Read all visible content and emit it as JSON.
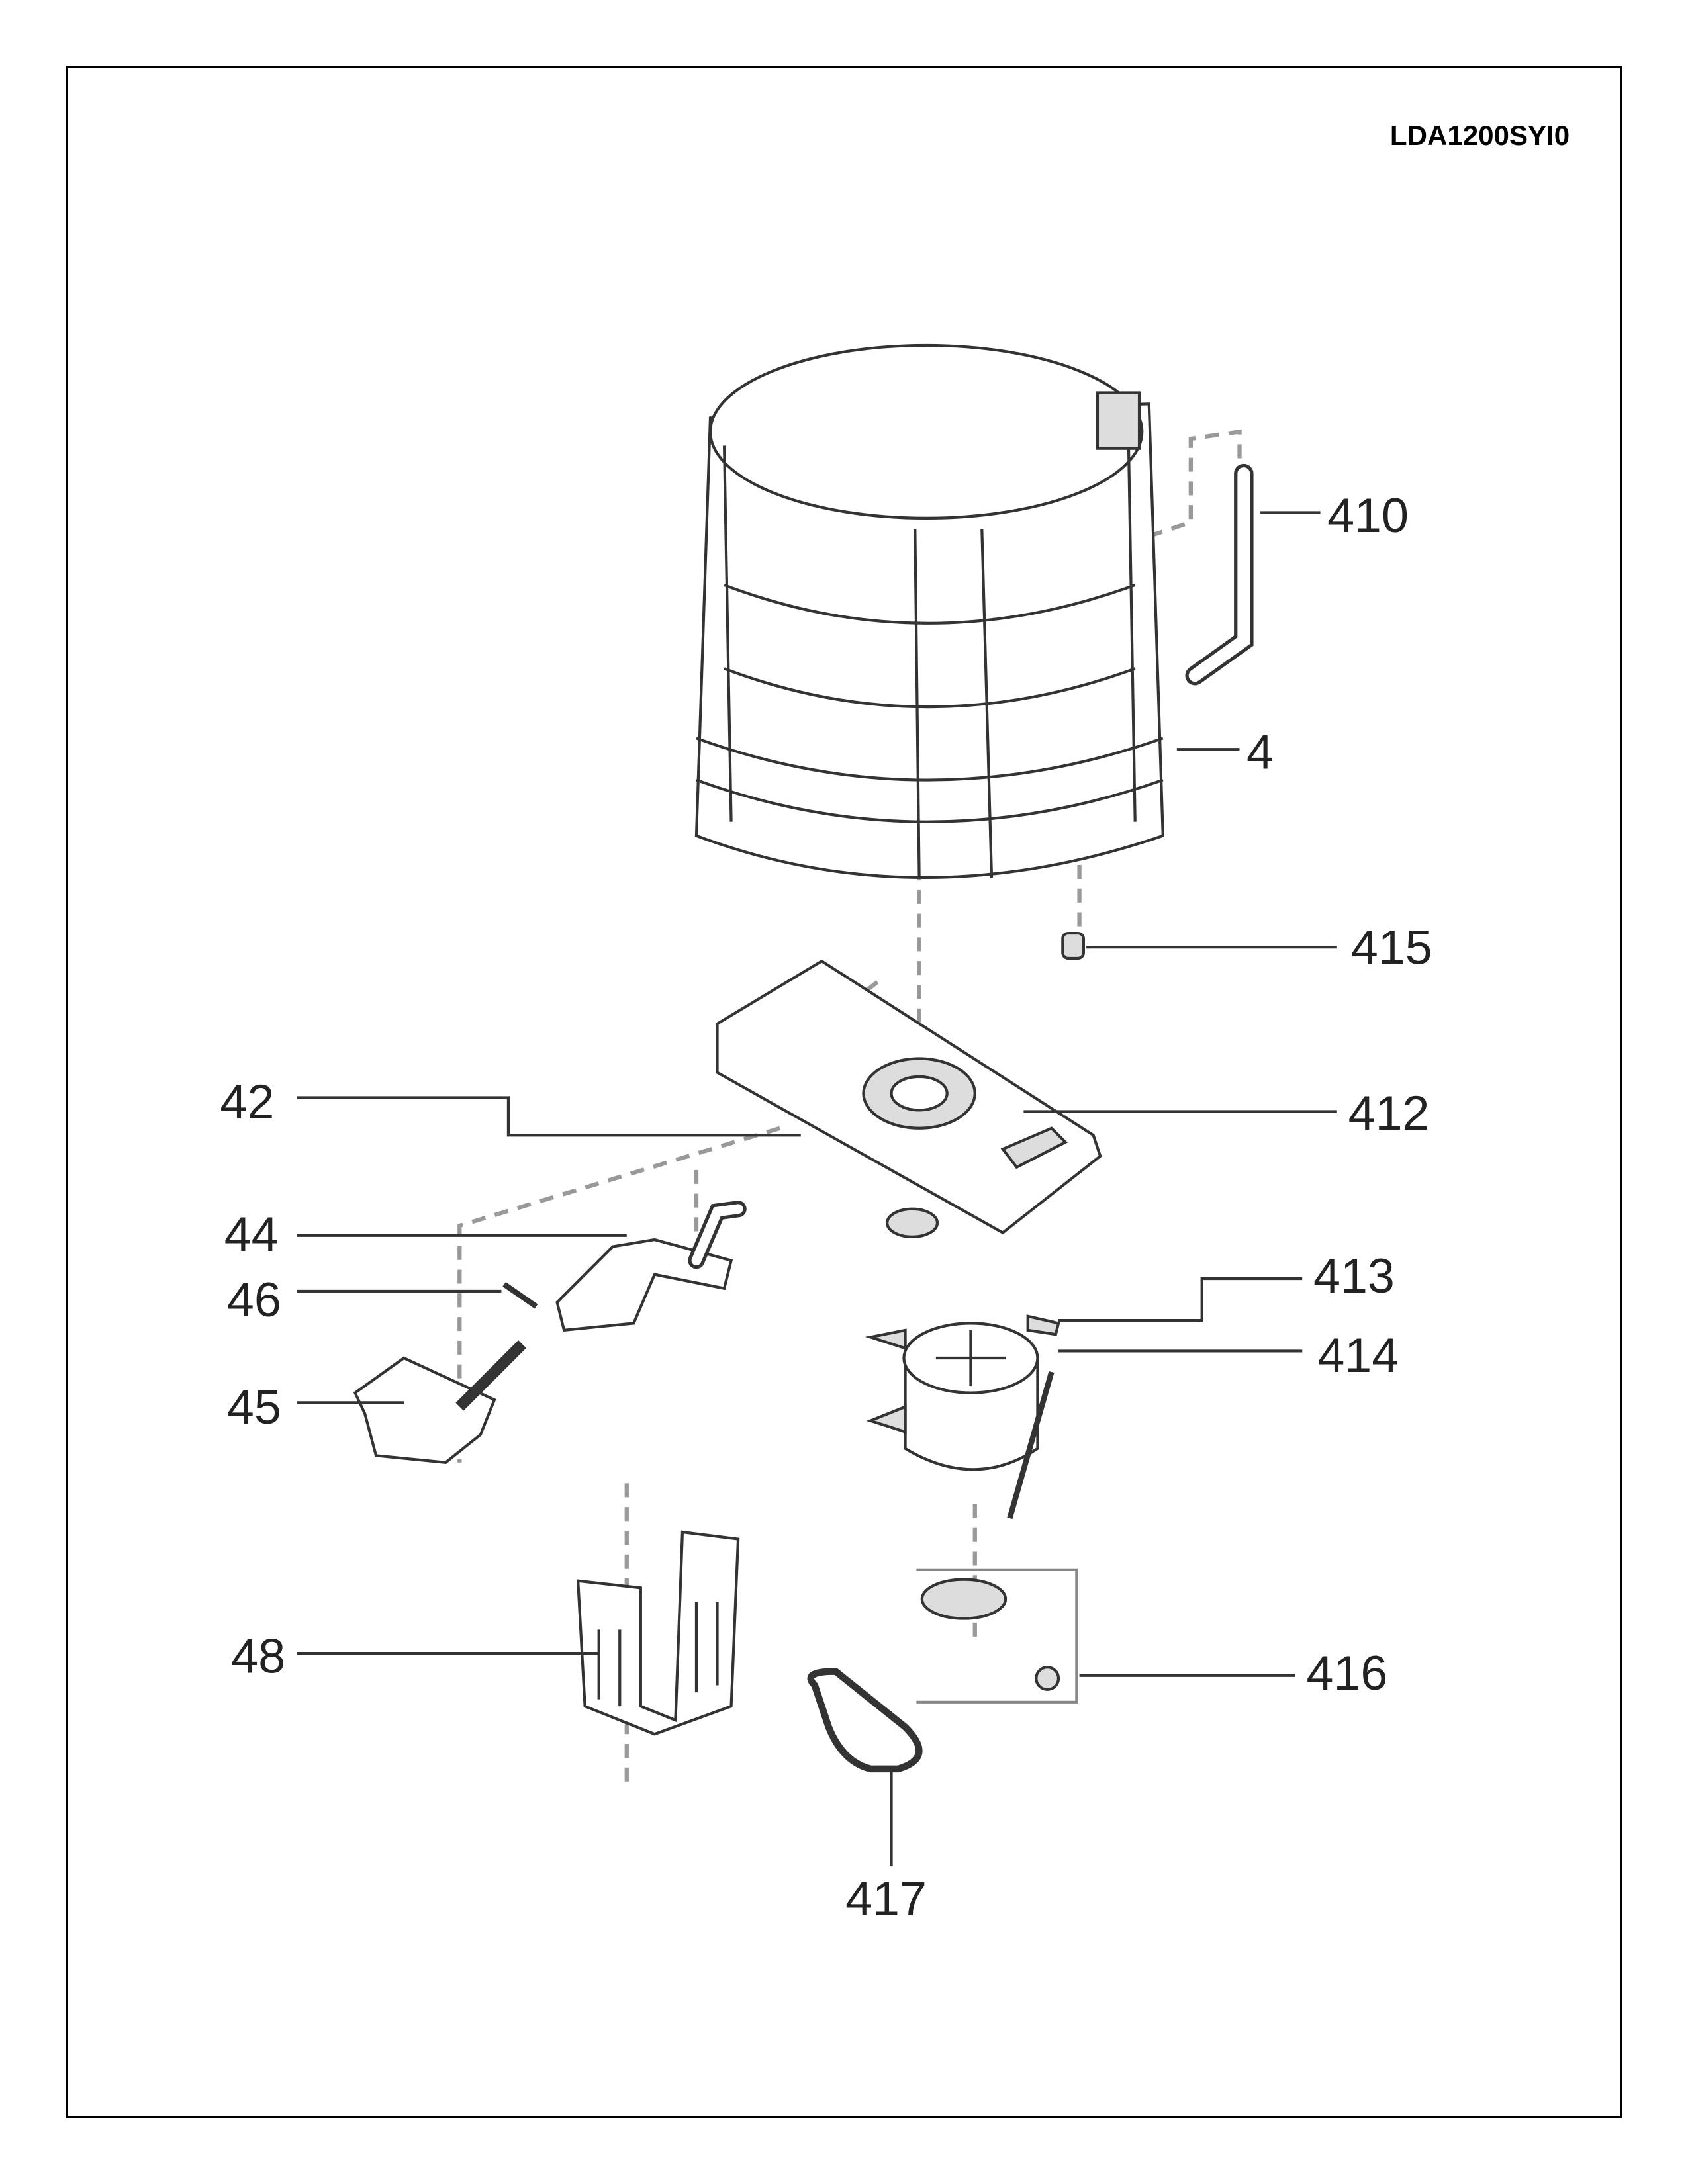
{
  "model": "LDA1200SYI0",
  "callouts": {
    "c410": "410",
    "c4": "4",
    "c415": "415",
    "c412": "412",
    "c42": "42",
    "c44": "44",
    "c46": "46",
    "c45": "45",
    "c48": "48",
    "c413": "413",
    "c414": "414",
    "c416": "416",
    "c417": "417"
  }
}
